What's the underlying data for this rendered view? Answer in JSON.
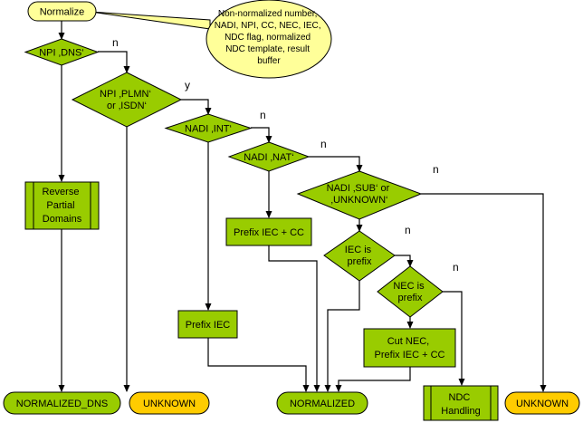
{
  "colors": {
    "process_fill": "#99cc00",
    "terminal_fill": "#ffcc00",
    "note_fill": "#ffff99",
    "stroke": "#000000"
  },
  "nodes": {
    "start": "Normalize",
    "note": [
      "Non-normalized number,",
      "NADI, NPI, CC, NEC, IEC,",
      "NDC flag, normalized",
      "NDC template, result",
      "buffer"
    ],
    "d_npi_dns": "NPI ‚DNS‘",
    "d_npi_plmn": [
      "NPI ‚PLMN‘",
      "or ‚ISDN‘"
    ],
    "d_nadi_int": "NADI ‚INT‘",
    "d_nadi_nat": "NADI ‚NAT‘",
    "d_nadi_sub": [
      "NADI ‚SUB‘ or",
      "‚UNKNOWN‘"
    ],
    "d_iec_prefix": [
      "IEC is",
      "prefix"
    ],
    "d_nec_prefix": [
      "NEC is",
      "prefix"
    ],
    "p_reverse": [
      "Reverse",
      "Partial",
      "Domains"
    ],
    "p_prefix_iec_cc": "Prefix IEC + CC",
    "p_prefix_iec": "Prefix IEC",
    "p_cut_nec": [
      "Cut NEC,",
      "Prefix IEC + CC"
    ],
    "p_ndc": [
      "NDC",
      "Handling"
    ],
    "t_normalized_dns": "NORMALIZED_DNS",
    "t_unknown_1": "UNKNOWN",
    "t_normalized": "NORMALIZED",
    "t_unknown_2": "UNKNOWN"
  },
  "branch_labels": {
    "npi_dns_no": "n",
    "plmn_yes": "y",
    "nadi_int_no": "n",
    "nadi_nat_no": "n",
    "nadi_sub_no": "n",
    "iec_no": "n",
    "nec_no": "n"
  }
}
